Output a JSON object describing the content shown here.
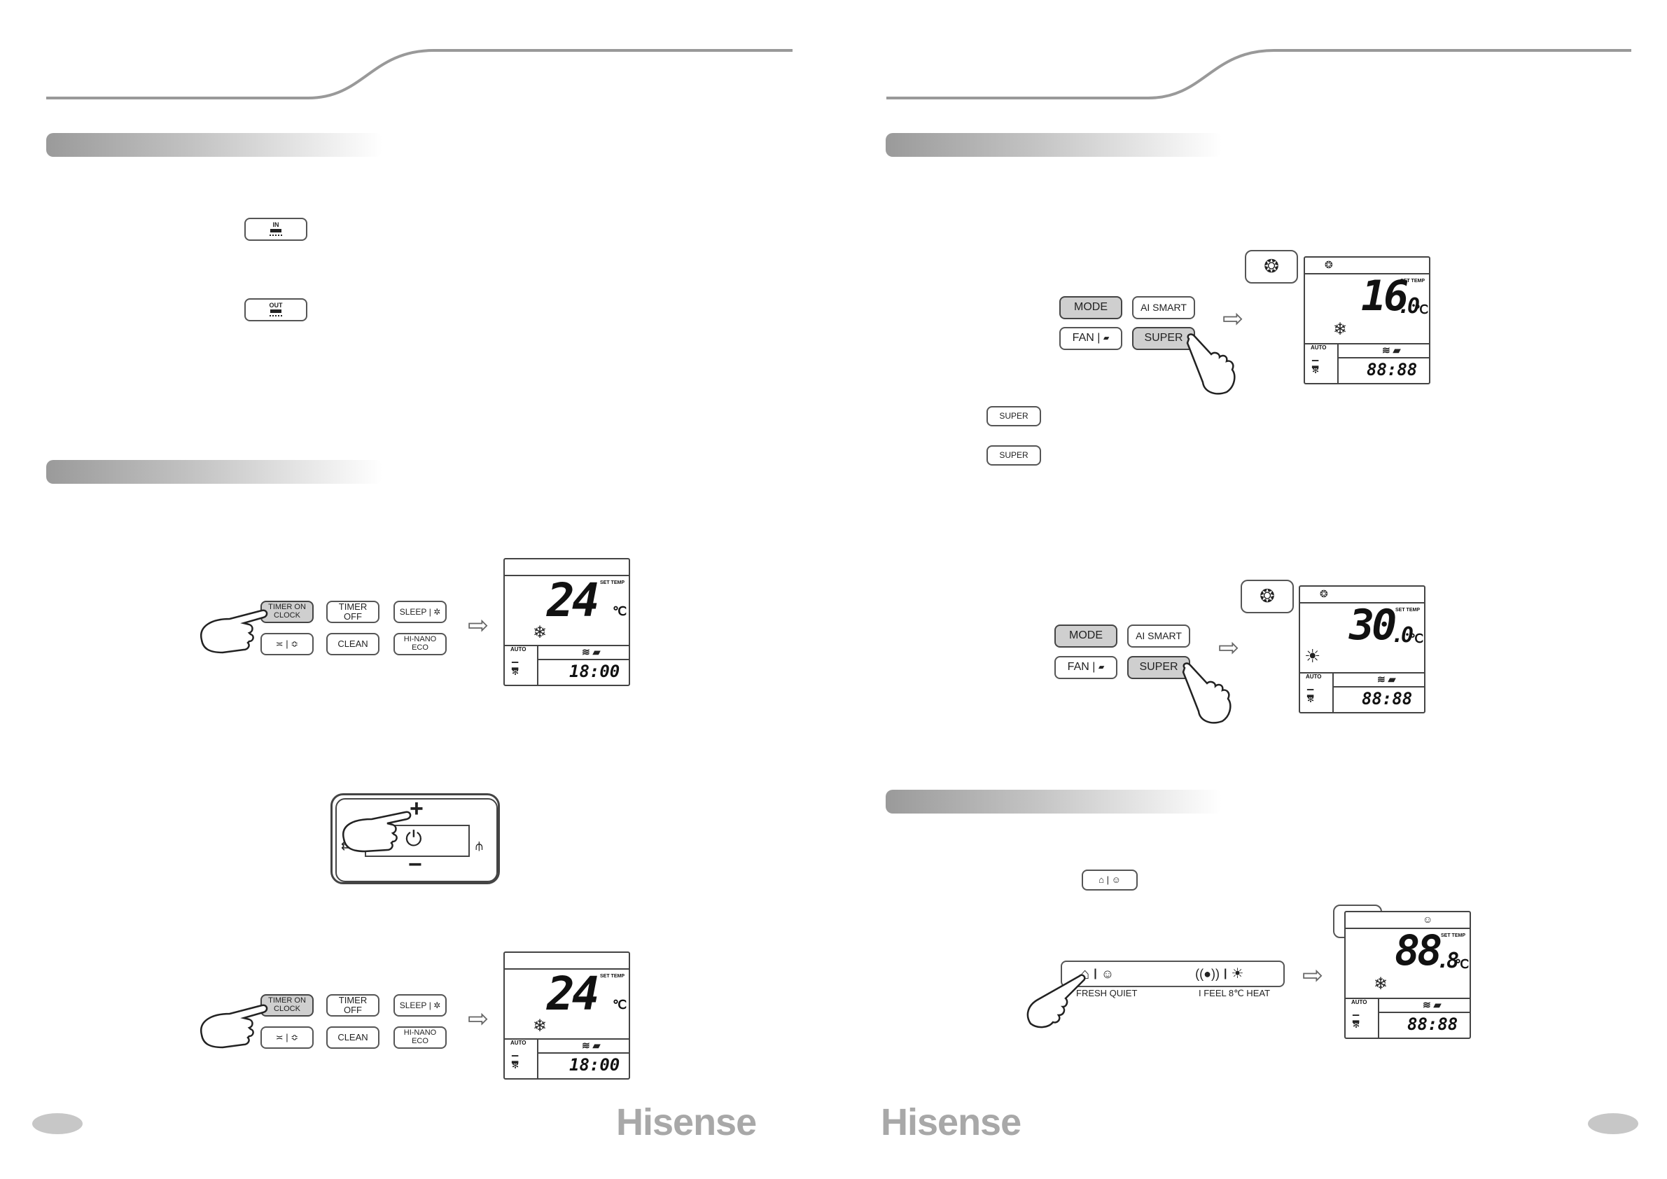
{
  "brand": "Hisense",
  "buttons": {
    "in_label": "IN",
    "out_label": "OUT",
    "mode": "MODE",
    "ai_smart": "AI SMART",
    "fan": "FAN",
    "super": "SUPER",
    "timer_on": "TIMER ON",
    "clock": "CLOCK",
    "timer_off_1": "TIMER",
    "timer_off_2": "OFF",
    "sleep": "SLEEP",
    "clean": "CLEAN",
    "hi_nano": "HI-NANO",
    "eco": "ECO",
    "plus": "+",
    "minus": "−",
    "fresh_quiet": "FRESH QUIET",
    "i_feel_heat": "I FEEL 8℃ HEAT"
  },
  "display": {
    "set_temp": "SET TEMP",
    "auto": "AUTO",
    "unit": "℃",
    "time_1800": "18:00",
    "time_8888": "88:88",
    "temp_24": "24",
    "temp_16": "16",
    "temp_30": "30",
    "temp_88": "88",
    "dot_zero": ".0",
    "dot_eight": ".8"
  },
  "icons": {
    "snowflake": "❄",
    "sun": "☀",
    "arrow": "⇨",
    "power": "⏻"
  }
}
